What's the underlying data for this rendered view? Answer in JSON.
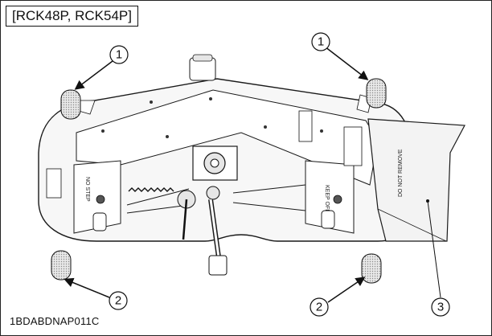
{
  "header": {
    "models": "[RCK48P, RCK54P]"
  },
  "footer": {
    "figure_code": "1BDABDNAP011C"
  },
  "callouts": [
    {
      "id": 1,
      "label": "1"
    },
    {
      "id": 2,
      "label": "1"
    },
    {
      "id": 3,
      "label": "2"
    },
    {
      "id": 4,
      "label": "2"
    },
    {
      "id": 5,
      "label": "3"
    }
  ],
  "deck_labels": {
    "left_panel": "NO STEP",
    "right_panel": "KEEP OFF",
    "chute": "DO NOT REMOVE"
  },
  "colors": {
    "line": "#1a1a1a",
    "wheel": "#cfcfcf",
    "shade": "#e6e6e6"
  }
}
